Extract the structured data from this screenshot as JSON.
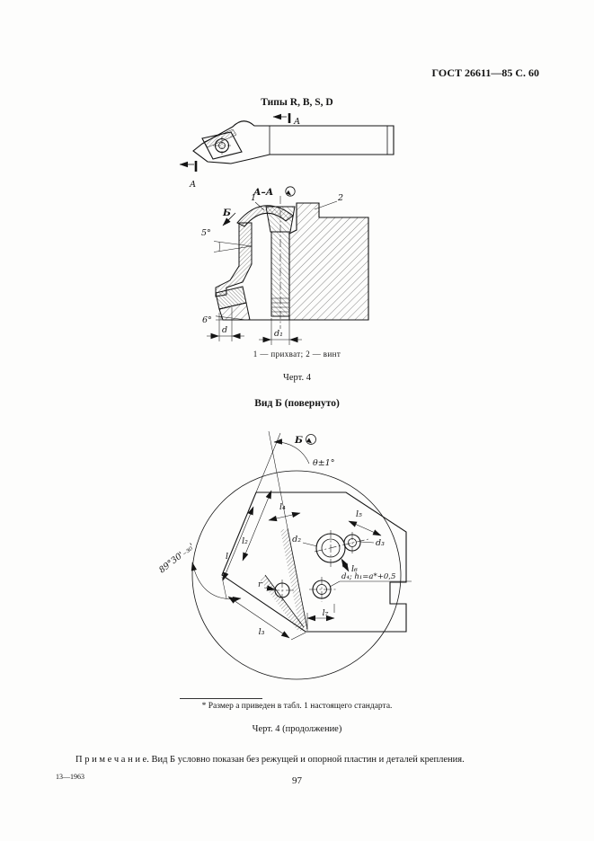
{
  "page": {
    "header_right": "ГОСТ 26611—85 С. 60",
    "page_number": "97",
    "edition_mark": "13—1963"
  },
  "headings": {
    "types": "Типы R, B, S, D",
    "view_b": "Вид Б (повернуто)"
  },
  "figure4": {
    "parts_caption": "1 — прихват; 2 — винт",
    "caption": "Черт. 4",
    "continuation_caption": "Черт. 4 (продолжение)",
    "footnote": "* Размер а приведен в табл. 1 настоящего стандарта.",
    "note": "П р и м е ч а н и е. Вид Б условно показан без режущей и опорной пластин и деталей крепления."
  },
  "drawing_top": {
    "section_label_top": "А",
    "section_label_bottom": "А"
  },
  "drawing_section": {
    "title": "А–А",
    "callout_1": "1",
    "callout_2": "2",
    "view_label": "Б",
    "angle_top": "5°",
    "angle_bottom": "6°",
    "dim_d": "d",
    "dim_d1": "d₁"
  },
  "drawing_view_b": {
    "title": "Б",
    "dim_theta": "θ±1°",
    "dim_l4": "l₄",
    "dim_l5": "l₅",
    "dim_l2": "l₂",
    "dim_l": "l",
    "dim_d2": "d₂",
    "dim_d3": "d₃",
    "dim_l6": "l₆",
    "dim_d4_h1": "d₄; h₁=a*+0,5",
    "dim_corner_angle": "89°30'₋₃₀'",
    "dim_r": "r",
    "dim_l3": "l₃",
    "dim_l7": "l₇"
  }
}
